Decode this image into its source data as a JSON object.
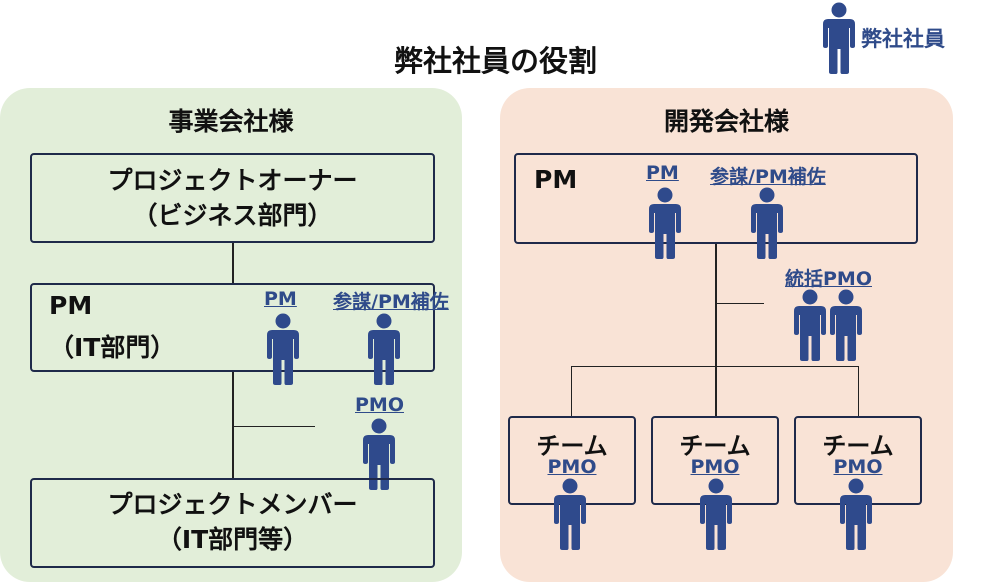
{
  "title": "弊社社員の役割",
  "legend": {
    "label": "弊社社員",
    "icon": "person-icon"
  },
  "colors": {
    "left_panel": "#e2eed9",
    "right_panel": "#f9e3d6",
    "box_border": "#1f2a4a",
    "person": "#2f4a8c",
    "role_text": "#2f4b8a"
  },
  "left": {
    "title": "事業会社様",
    "owner": {
      "line1": "プロジェクトオーナー",
      "line2": "（ビジネス部門）"
    },
    "pm": {
      "line1": "PM",
      "line2": "（IT部門）"
    },
    "roles": {
      "pm": "PM",
      "advisor": "参謀/PM補佐",
      "pmo": "PMO"
    },
    "members": {
      "line1": "プロジェクトメンバー",
      "line2": "（IT部門等）"
    }
  },
  "right": {
    "title": "開発会社様",
    "pm": "PM",
    "roles": {
      "pm": "PM",
      "advisor": "参謀/PM補佐",
      "pmo": "統括PMO"
    },
    "teams": [
      {
        "label": "チーム",
        "role": "PMO"
      },
      {
        "label": "チーム",
        "role": "PMO"
      },
      {
        "label": "チーム",
        "role": "PMO"
      }
    ]
  }
}
